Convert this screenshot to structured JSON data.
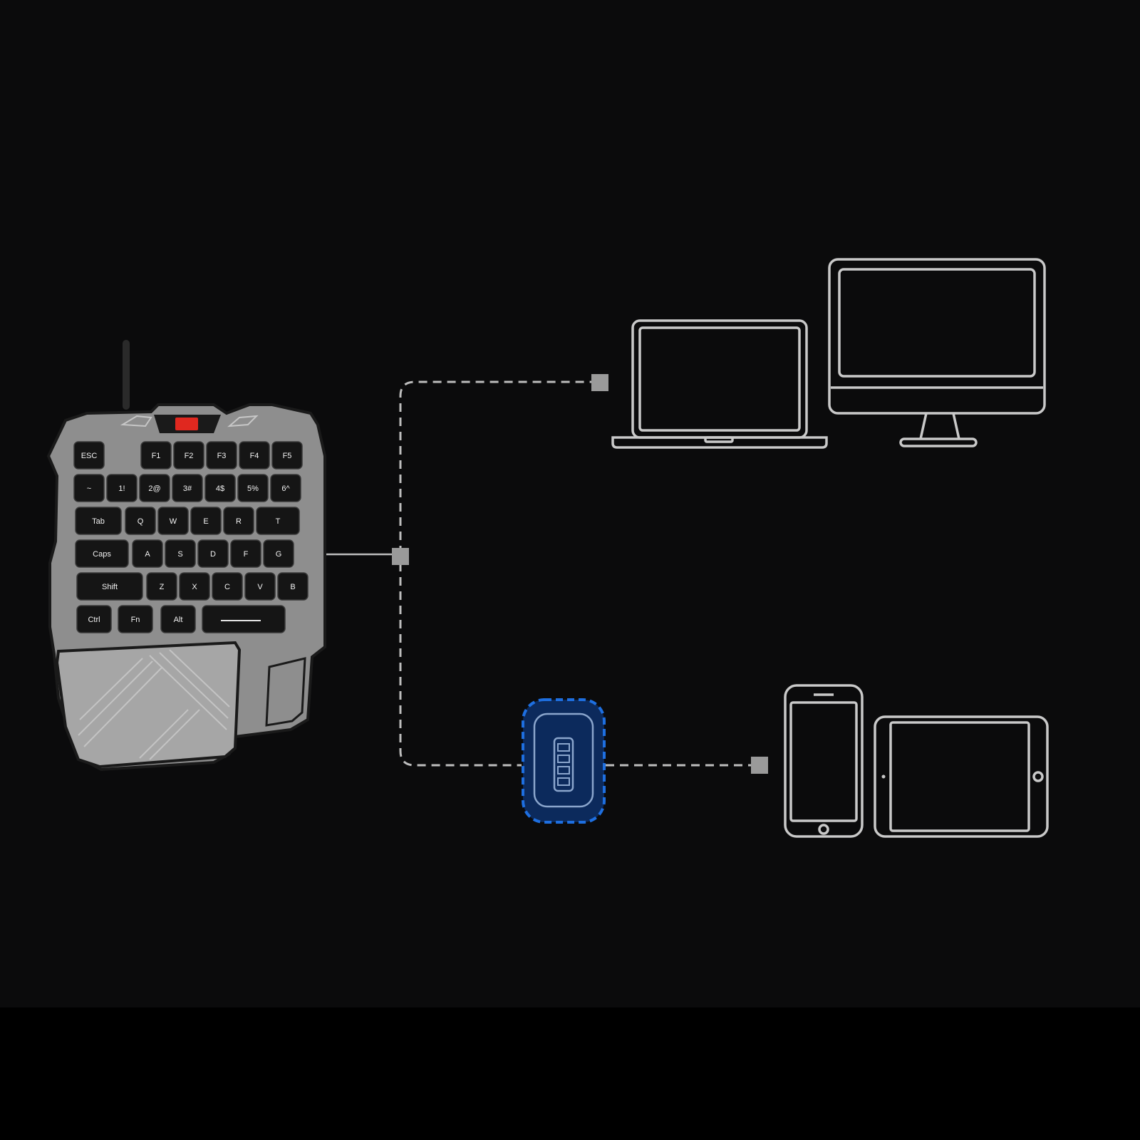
{
  "colors": {
    "background": "#0b0b0c",
    "bottom_band": "#000000",
    "outline": "#c9c9c9",
    "connector": "#bdbdbd",
    "node": "#9a9a9a",
    "adapter_fill": "#0c2a5c",
    "adapter_border": "#1e6fe0",
    "keyboard_body": "#8e8e8e",
    "keycap": "#151515",
    "led": "#e0281f"
  },
  "icons": {
    "keyboard": "one-handed-gaming-keyboard",
    "adapter": "usb-otg-adapter-icon",
    "laptop": "laptop-icon",
    "desktop": "desktop-monitor-icon",
    "phone": "smartphone-icon",
    "tablet": "tablet-icon"
  },
  "keyboard": {
    "rows": [
      [
        "ESC",
        "F1",
        "F2",
        "F3",
        "F4",
        "F5"
      ],
      [
        "~",
        "1!",
        "2@",
        "3#",
        "4$",
        "5%",
        "6^"
      ],
      [
        "Tab",
        "Q",
        "W",
        "E",
        "R",
        "T"
      ],
      [
        "Caps",
        "A",
        "S",
        "D",
        "F",
        "G"
      ],
      [
        "Shift",
        "Z",
        "X",
        "C",
        "V",
        "B"
      ],
      [
        "Ctrl",
        "Fn",
        "Alt",
        ""
      ]
    ]
  }
}
